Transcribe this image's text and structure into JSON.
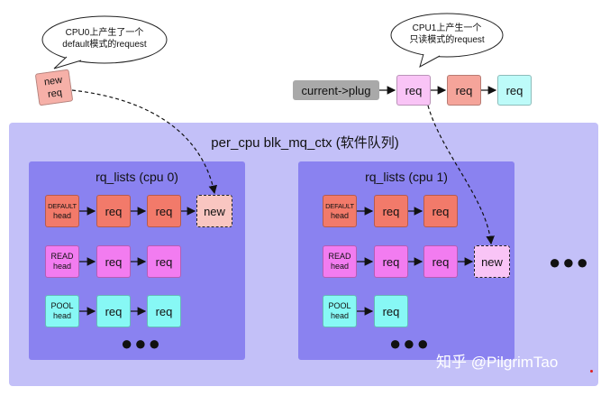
{
  "bubbles": {
    "cpu0": [
      "CPU0上产生了一个",
      "default模式的request"
    ],
    "cpu1": [
      "CPU1上产生一个",
      "只读模式的request"
    ]
  },
  "top": {
    "new_req": [
      "new",
      "req"
    ],
    "plug": "current->plug",
    "plug_reqs": [
      "req",
      "req",
      "req"
    ]
  },
  "outer_title": "per_cpu blk_mq_ctx (软件队列)",
  "cpu0": {
    "title": "rq_lists (cpu 0)",
    "default_head": [
      "DEFAULT",
      "head"
    ],
    "read_head": [
      "READ",
      "head"
    ],
    "pool_head": [
      "POOL",
      "head"
    ],
    "default_reqs": [
      "req",
      "req"
    ],
    "default_new": "new",
    "read_reqs": [
      "req",
      "req"
    ],
    "pool_reqs": [
      "req",
      "req"
    ],
    "dots": "●●●"
  },
  "cpu1": {
    "title": "rq_lists (cpu 1)",
    "default_head": [
      "DEFAULT",
      "head"
    ],
    "read_head": [
      "READ",
      "head"
    ],
    "pool_head": [
      "POOL",
      "head"
    ],
    "default_reqs": [
      "req",
      "req"
    ],
    "read_reqs": [
      "req",
      "req"
    ],
    "read_new": "new",
    "pool_reqs": [
      "req"
    ],
    "dots": "●●●"
  },
  "right_dots": "●●●",
  "watermark": "知乎 @PilgrimTao",
  "colors": {
    "outer_bg": "#c3c0f8",
    "inner_bg": "#8a82f0",
    "default_req": "#f27a6a",
    "read_req": "#f27cf0",
    "pool_req": "#87f8f5"
  }
}
